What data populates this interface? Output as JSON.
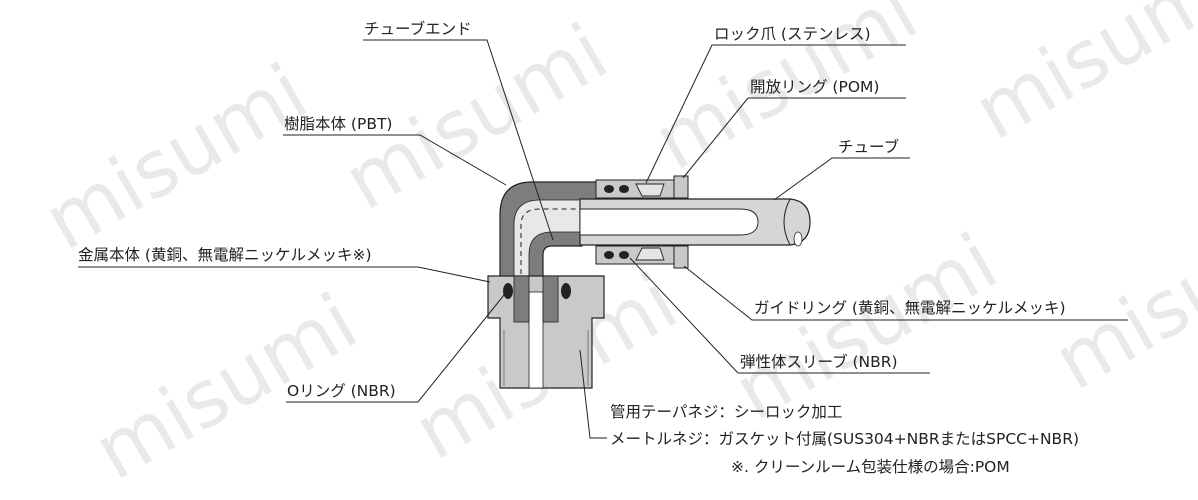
{
  "watermark": "misumi",
  "labels": {
    "tube_end": "チューブエンド",
    "lock_claw": "ロック爪 (ステンレス)",
    "release_ring": "開放リング (POM)",
    "resin_body": "樹脂本体 (PBT)",
    "tube": "チューブ",
    "metal_body": "金属本体 (黄銅、無電解ニッケルメッキ※)",
    "guide_ring": "ガイドリング (黄銅、無電解ニッケルメッキ)",
    "elastic_sleeve": "弾性体スリーブ (NBR)",
    "o_ring": "Oリング (NBR)",
    "taper_thread": "管用テーパネジ：シーロック加工",
    "metric_thread": "メートルネジ：ガスケット付属(SUS304+NBRまたはSPCC+NBR)",
    "footnote": "※. クリーンルーム包装仕様の場合:POM"
  },
  "colors": {
    "line": "#222222",
    "resin": "#7d7d7d",
    "metal": "#c9c9c9",
    "tube": "#d6d6d6",
    "watermark": "#e9e9e9"
  }
}
